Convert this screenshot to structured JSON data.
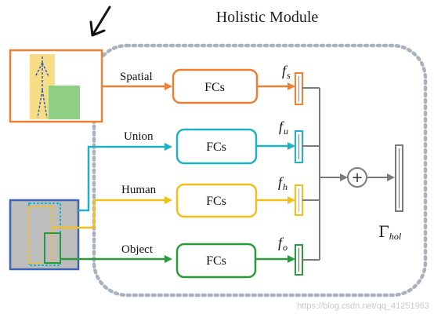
{
  "title": "Holistic Module",
  "branches": {
    "spatial": {
      "label": "Spatial",
      "box": "FCs",
      "feature": "f",
      "sub": "s"
    },
    "union": {
      "label": "Union",
      "box": "FCs",
      "feature": "f",
      "sub": "u"
    },
    "human": {
      "label": "Human",
      "box": "FCs",
      "feature": "f",
      "sub": "h"
    },
    "object": {
      "label": "Object",
      "box": "FCs",
      "feature": "f",
      "sub": "o"
    }
  },
  "combine": {
    "symbol": "+"
  },
  "output": {
    "symbol": "Γ",
    "sub": "hol"
  },
  "watermark": "https://blog.csdn.net/qq_41251963",
  "colors": {
    "spatial": "#ee8034",
    "union": "#1fb2c4",
    "human": "#f2bf1a",
    "object": "#2a9a3c",
    "gray": "#7a7a7a",
    "dashed_border": "#aab3bd",
    "image_border_blue": "#3f64b6"
  }
}
